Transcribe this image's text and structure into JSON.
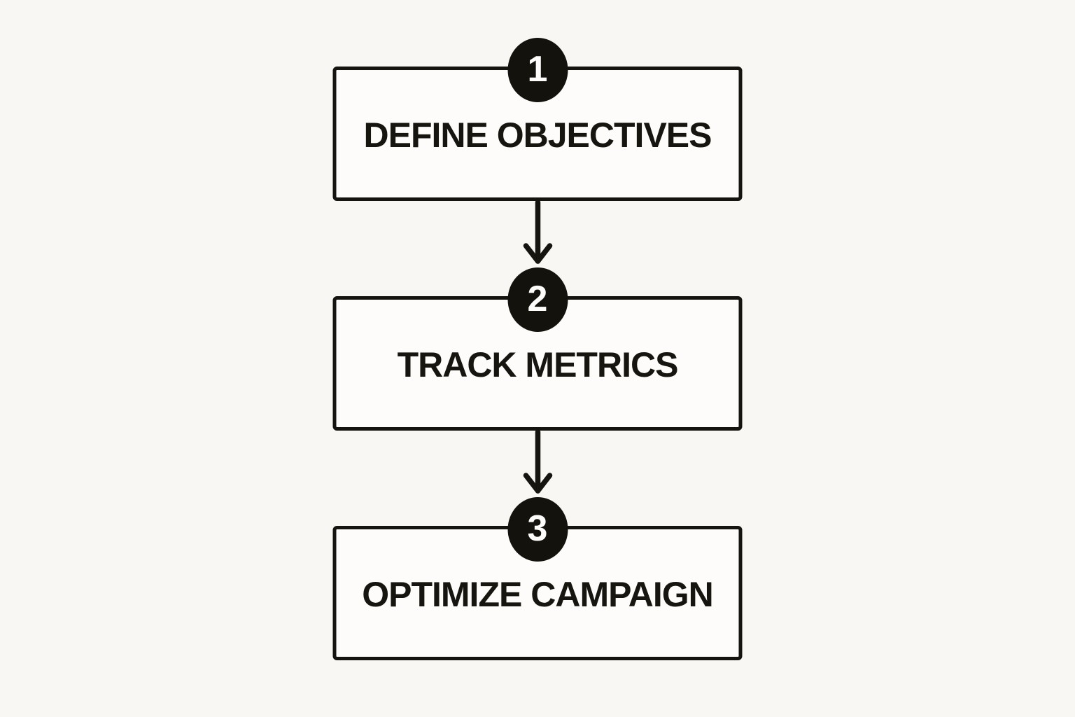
{
  "diagram": {
    "type": "flowchart",
    "direction": "top-to-bottom",
    "colors": {
      "background": "#f9f7f4",
      "box_fill": "#fdfcfa",
      "line": "#16140f",
      "badge_fill": "#14120d",
      "badge_text": "#fdfcfa",
      "label_text": "#17150f"
    },
    "steps": [
      {
        "number": "1",
        "label": "DEFINE OBJECTIVES"
      },
      {
        "number": "2",
        "label": "TRACK METRICS"
      },
      {
        "number": "3",
        "label": "OPTIMIZE CAMPAIGN"
      }
    ],
    "connectors": [
      {
        "from": "1",
        "to": "2",
        "style": "arrow-down"
      },
      {
        "from": "2",
        "to": "3",
        "style": "arrow-down"
      }
    ]
  }
}
